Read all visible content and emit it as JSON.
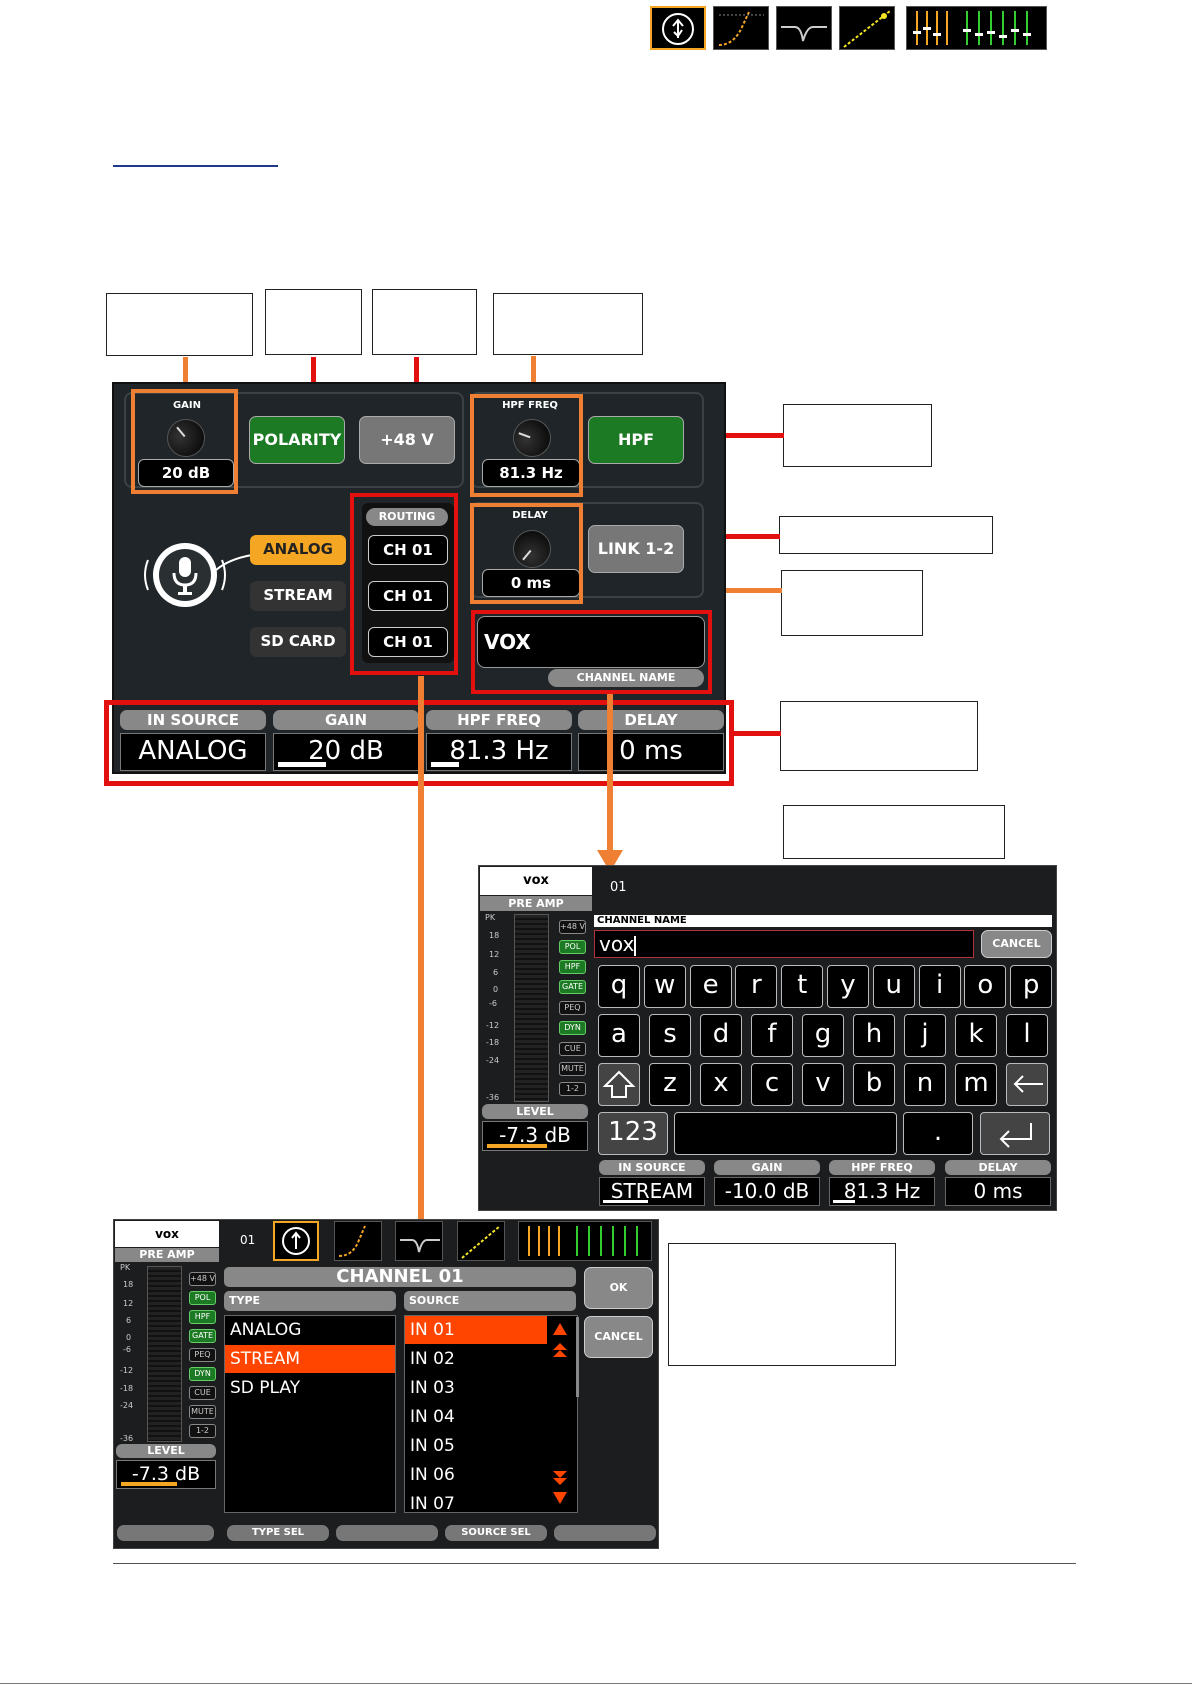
{
  "panel": {
    "gain": {
      "label": "GAIN",
      "value": "20 dB"
    },
    "polarity_label": "POLARITY",
    "phantom_label": "+48 V",
    "hpf_freq": {
      "label": "HPF FREQ",
      "value": "81.3 Hz"
    },
    "hpf_label": "HPF",
    "routing_label": "ROUTING",
    "routes": [
      "CH 01",
      "CH 01",
      "CH 01"
    ],
    "sources": [
      "ANALOG",
      "STREAM",
      "SD CARD"
    ],
    "delay": {
      "label": "DELAY",
      "value": "0 ms"
    },
    "link_label": "LINK 1-2",
    "channel_name": {
      "value": "VOX",
      "label": "CHANNEL NAME"
    },
    "bottom": [
      {
        "label": "IN SOURCE",
        "value": "ANALOG",
        "fill": 0
      },
      {
        "label": "GAIN",
        "value": "20 dB",
        "fill": 0.35
      },
      {
        "label": "HPF FREQ",
        "value": "81.3 Hz",
        "fill": 0.2
      },
      {
        "label": "DELAY",
        "value": "0 ms",
        "fill": 0
      }
    ]
  },
  "keyboard_screen": {
    "channel": "vox",
    "section": "PRE AMP",
    "num": "01",
    "meter_scale": [
      "PK",
      "18",
      "12",
      "6",
      "0",
      "-6",
      "-12",
      "-18",
      "-24",
      "-36"
    ],
    "chips": [
      {
        "label": "+48 V",
        "on": false
      },
      {
        "label": "POL",
        "on": true
      },
      {
        "label": "HPF",
        "on": true
      },
      {
        "label": "GATE",
        "on": true
      },
      {
        "label": "PEQ",
        "on": false
      },
      {
        "label": "DYN",
        "on": true
      },
      {
        "label": "CUE",
        "on": false
      },
      {
        "label": "MUTE",
        "on": false
      },
      {
        "label": "1-2",
        "on": false
      }
    ],
    "level_label": "LEVEL",
    "level_value": "-7.3 dB",
    "level_fill": 0.6,
    "field_label": "CHANNEL NAME",
    "field_value": "vox",
    "cancel_label": "CANCEL",
    "rows": [
      [
        "q",
        "w",
        "e",
        "r",
        "t",
        "y",
        "u",
        "i",
        "o",
        "p"
      ],
      [
        "a",
        "s",
        "d",
        "f",
        "g",
        "h",
        "j",
        "k",
        "l"
      ],
      [
        "z",
        "x",
        "c",
        "v",
        "b",
        "n",
        "m"
      ]
    ],
    "num_key": "123",
    "dot_key": ".",
    "shift_icon": "shift-arrow-icon",
    "backspace_icon": "backspace-arrow-icon",
    "enter_icon": "enter-arrow-icon",
    "bottom": [
      {
        "label": "IN SOURCE",
        "value": "STREAM",
        "fill": 0.45
      },
      {
        "label": "GAIN",
        "value": "-10.0 dB",
        "fill": 0
      },
      {
        "label": "HPF FREQ",
        "value": "81.3 Hz",
        "fill": 0.2
      },
      {
        "label": "DELAY",
        "value": "0 ms",
        "fill": 0
      }
    ]
  },
  "source_screen": {
    "channel": "vox",
    "section": "PRE AMP",
    "num": "01",
    "level_label": "LEVEL",
    "level_value": "-7.3 dB",
    "title": "CHANNEL 01",
    "type_header": "TYPE",
    "source_header": "SOURCE",
    "types": [
      "ANALOG",
      "STREAM",
      "SD PLAY"
    ],
    "selected_type": 1,
    "inputs": [
      "IN 01",
      "IN 02",
      "IN 03",
      "IN 04",
      "IN 05",
      "IN 06",
      "IN 07"
    ],
    "selected_input": 0,
    "ok_label": "OK",
    "cancel_label": "CANCEL",
    "type_sel": "TYPE SEL",
    "source_sel": "SOURCE SEL"
  },
  "colors": {
    "orange": "#ee7f33",
    "red": "#e31010",
    "green": "#1d7a24",
    "select": "#ff4500"
  }
}
